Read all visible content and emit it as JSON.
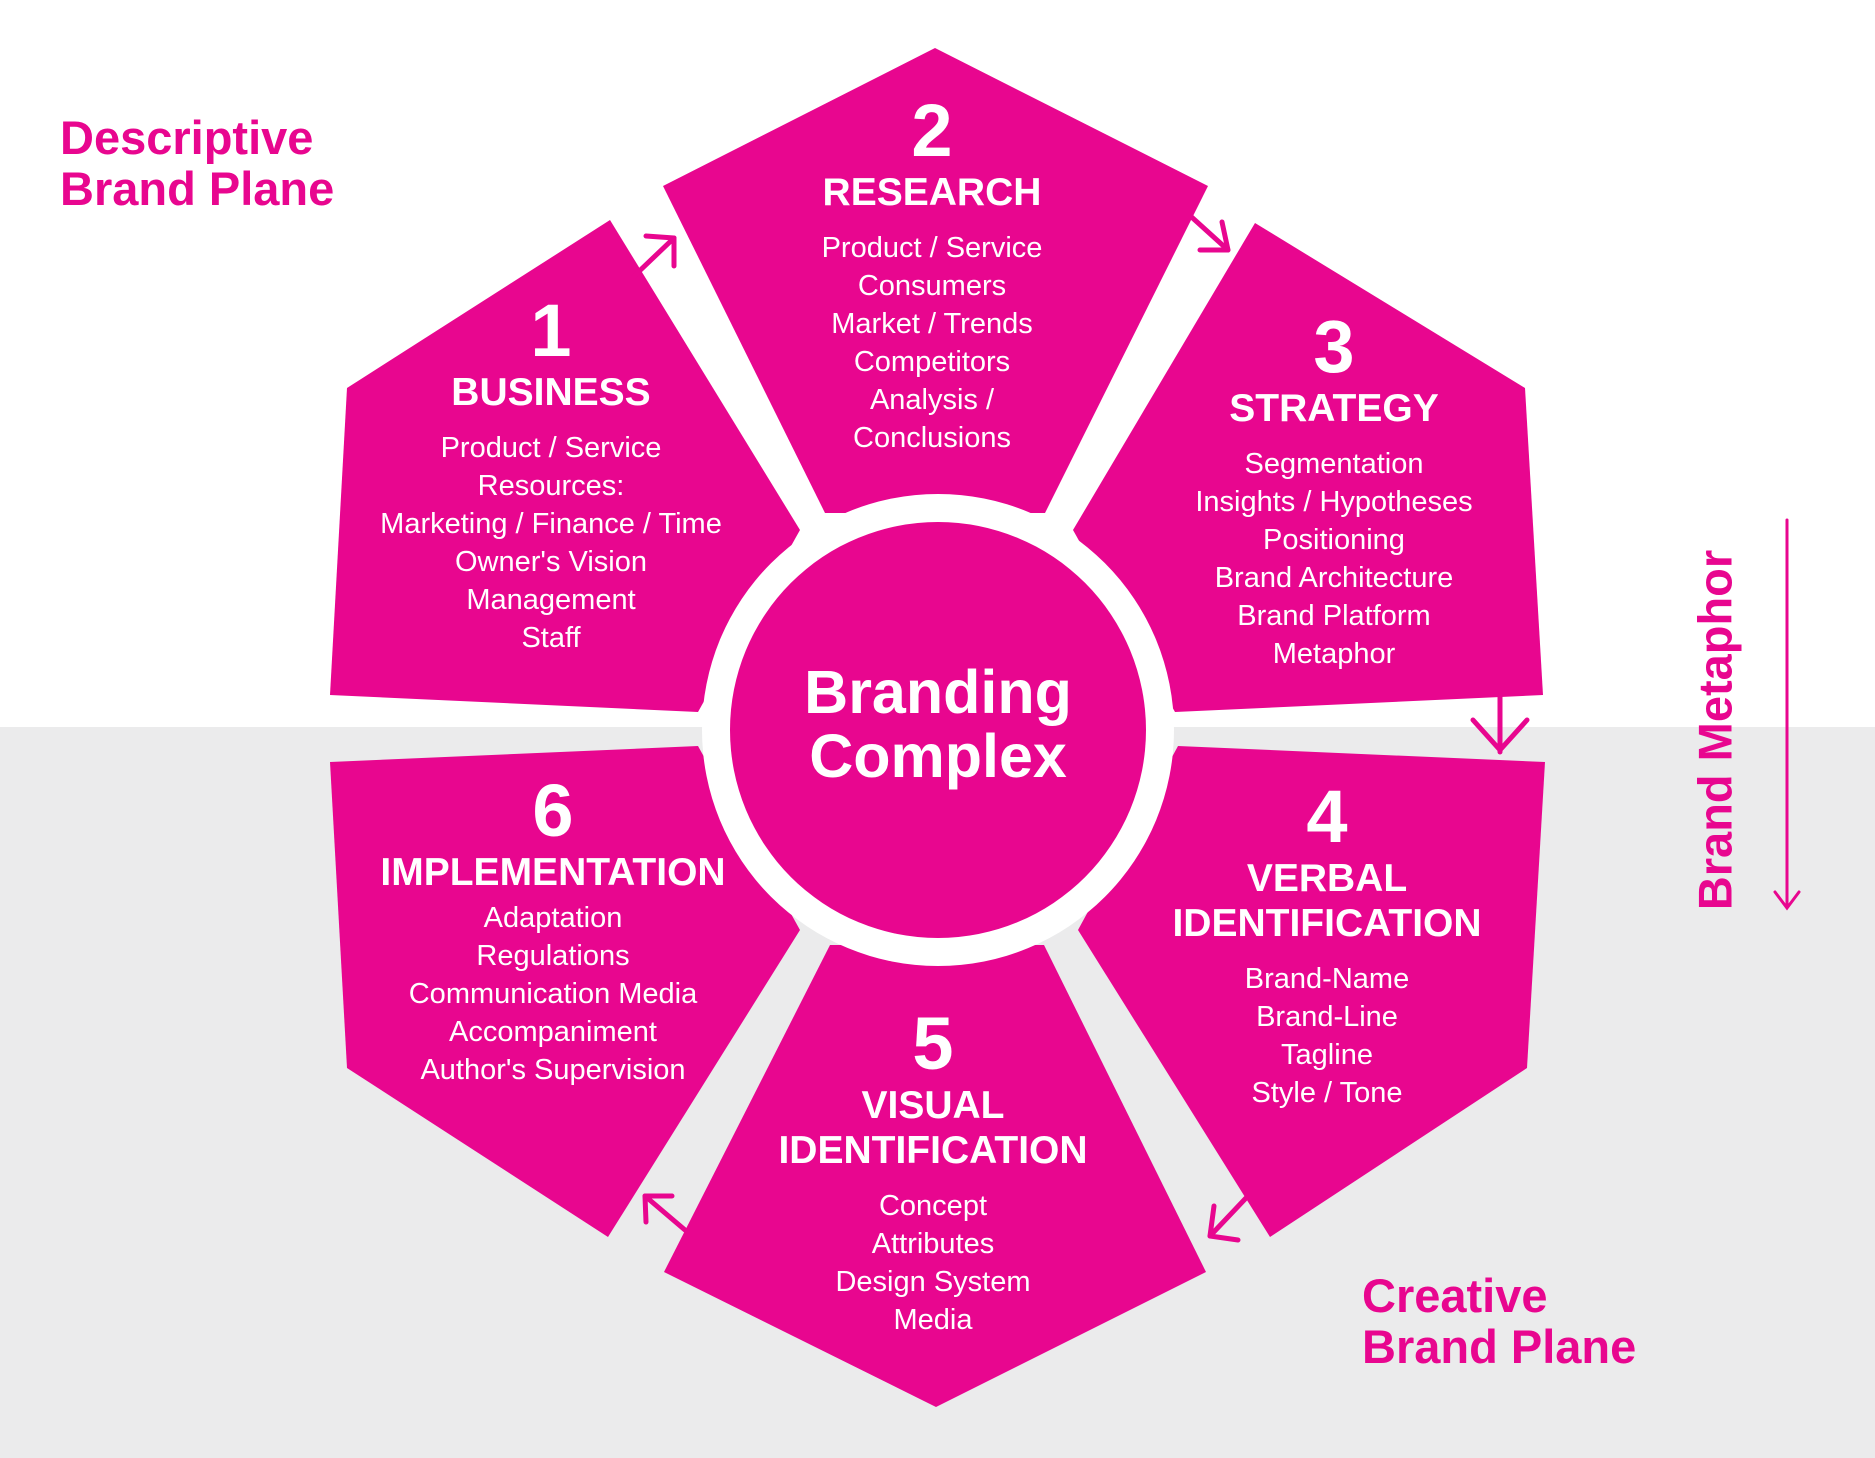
{
  "colors": {
    "accent": "#e8068f",
    "lower_band": "#ebebec",
    "background": "#ffffff"
  },
  "top_left_label": [
    "Descriptive",
    "Brand Plane"
  ],
  "bottom_right_label": [
    "Creative",
    "Brand Plane"
  ],
  "side_label": "Brand Metaphor",
  "center": [
    "Branding",
    "Complex"
  ],
  "segments": [
    {
      "number": "1",
      "title": [
        "BUSINESS"
      ],
      "items": [
        "Product / Service",
        "Resources:",
        "Marketing / Finance / Time",
        "Owner's Vision",
        "Management",
        "Staff"
      ]
    },
    {
      "number": "2",
      "title": [
        "RESEARCH"
      ],
      "items": [
        "Product / Service",
        "Consumers",
        "Market / Trends",
        "Competitors",
        "Analysis /",
        "Conclusions"
      ]
    },
    {
      "number": "3",
      "title": [
        "STRATEGY"
      ],
      "items": [
        "Segmentation",
        "Insights / Hypotheses",
        "Positioning",
        "Brand Architecture",
        "Brand Platform",
        "Metaphor"
      ]
    },
    {
      "number": "4",
      "title": [
        "VERBAL",
        "IDENTIFICATION"
      ],
      "items": [
        "Brand-Name",
        "Brand-Line",
        "Tagline",
        "Style / Tone"
      ]
    },
    {
      "number": "5",
      "title": [
        "VISUAL",
        "IDENTIFICATION"
      ],
      "items": [
        "Concept",
        "Attributes",
        "Design System",
        "Media"
      ]
    },
    {
      "number": "6",
      "title": [
        "IMPLEMENTATION"
      ],
      "items": [
        "Adaptation",
        "Regulations",
        "Communication Media",
        "Accompaniment",
        "Author's Supervision"
      ]
    }
  ]
}
